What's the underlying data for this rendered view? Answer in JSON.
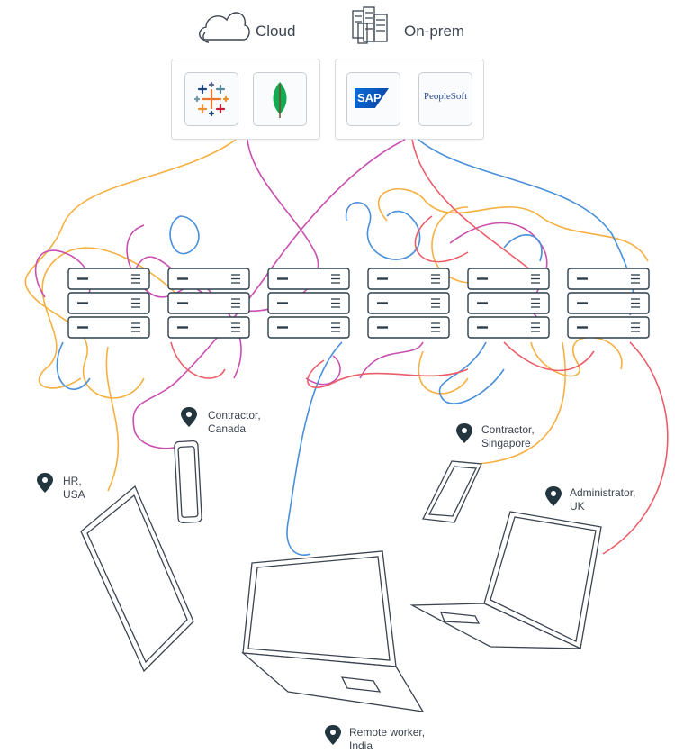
{
  "headers": {
    "cloud": "Cloud",
    "onprem": "On-prem"
  },
  "apps": {
    "cloud": [
      "tableau-logo",
      "mongodb-logo"
    ],
    "onprem": [
      "SAP",
      "PeopleSoft"
    ]
  },
  "users": [
    {
      "line1": "Contractor,",
      "line2": "Canada"
    },
    {
      "line1": "HR,",
      "line2": "USA"
    },
    {
      "line1": "Contractor,",
      "line2": "Singapore"
    },
    {
      "line1": "Administrator,",
      "line2": "UK"
    },
    {
      "line1": "Remote worker,",
      "line2": "India"
    }
  ],
  "colors": {
    "ink": "#3b4450",
    "server_stroke": "#2c3e4c",
    "pin": "#23363f",
    "line_yellow": "#f5b041",
    "line_magenta": "#c94fb0",
    "line_blue": "#4a8fd9",
    "line_red": "#ec5d6a"
  }
}
